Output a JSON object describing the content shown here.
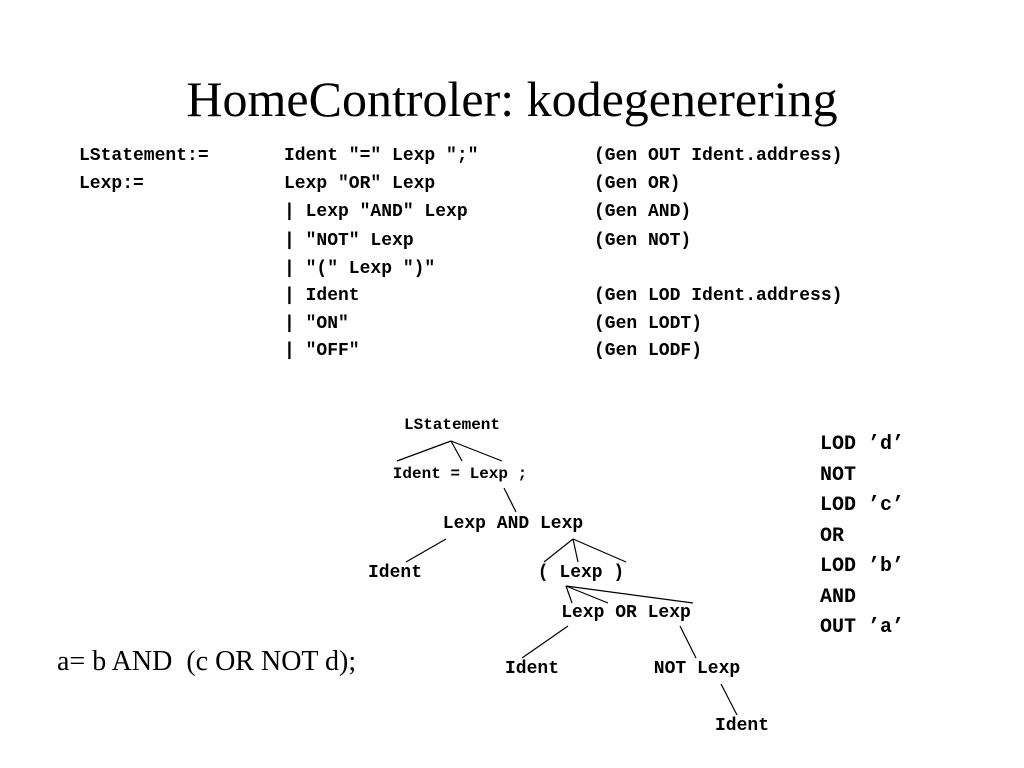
{
  "slide": {
    "title": "HomeControler: kodegenerering"
  },
  "grammar": {
    "rows": [
      {
        "lhs": "LStatement:=",
        "rhs": "Ident \"=\" Lexp \";\"",
        "action": "(Gen OUT Ident.address)"
      },
      {
        "lhs": "Lexp:=",
        "rhs": "Lexp \"OR\" Lexp",
        "action": "(Gen OR)"
      },
      {
        "lhs": "",
        "rhs": "| Lexp \"AND\" Lexp",
        "action": "(Gen AND)"
      },
      {
        "lhs": "",
        "rhs": "| \"NOT\" Lexp",
        "action": "(Gen NOT)"
      },
      {
        "lhs": "",
        "rhs": "| \"(\" Lexp \")\"",
        "action": ""
      },
      {
        "lhs": "",
        "rhs": "| Ident",
        "action": "(Gen LOD Ident.address)"
      },
      {
        "lhs": "",
        "rhs": "| \"ON\"",
        "action": "(Gen LODT)"
      },
      {
        "lhs": "",
        "rhs": "| \"OFF\"",
        "action": "(Gen LODF)"
      }
    ]
  },
  "parse_tree": {
    "nodes": [
      {
        "id": "lstatement",
        "label": "LStatement"
      },
      {
        "id": "ident-eq-lexp",
        "label": "Ident = Lexp ;"
      },
      {
        "id": "lexp-and-lexp",
        "label": "Lexp AND Lexp"
      },
      {
        "id": "ident-b",
        "label": "Ident"
      },
      {
        "id": "paren-lexp",
        "label": "( Lexp )"
      },
      {
        "id": "lexp-or-lexp",
        "label": "Lexp OR Lexp"
      },
      {
        "id": "ident-c",
        "label": "Ident"
      },
      {
        "id": "not-lexp",
        "label": "NOT Lexp"
      },
      {
        "id": "ident-d",
        "label": "Ident"
      }
    ]
  },
  "generated_code": [
    "LOD ’d’",
    "NOT",
    "LOD ’c’",
    "OR",
    "LOD ’b’",
    "AND",
    "OUT ’a’"
  ],
  "example_statement": "a= b AND  (c OR NOT d);"
}
